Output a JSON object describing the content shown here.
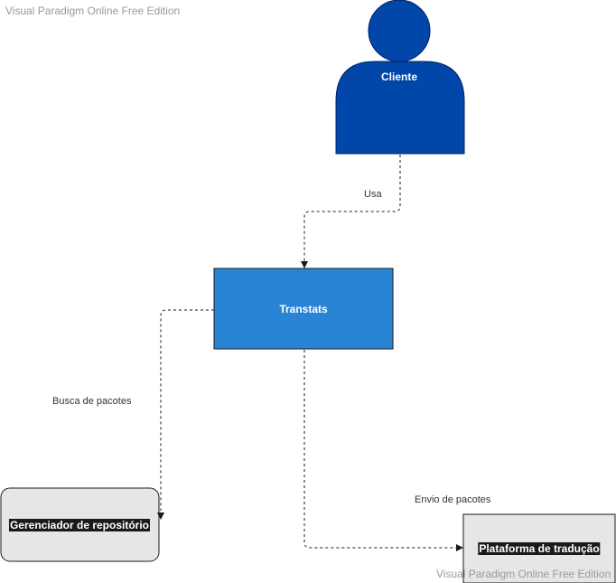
{
  "watermarks": {
    "top": "Visual Paradigm Online Free Edition",
    "bottom": "Visual Paradigm Online Free Edition"
  },
  "nodes": {
    "cliente": "Cliente",
    "transtats": "Transtats",
    "repositorio": "Gerenciador de repositório",
    "plataforma": "Plataforma de tradução"
  },
  "edges": {
    "usa": "Usa",
    "busca": "Busca de pacotes",
    "envio": "Envio de pacotes"
  },
  "colors": {
    "actor": "#0047a9",
    "actor_stroke": "#001f66",
    "process": "#2a84d6",
    "process_stroke": "#1a1a1a",
    "external": "#e6e6e6",
    "line": "#1a1a1a"
  }
}
